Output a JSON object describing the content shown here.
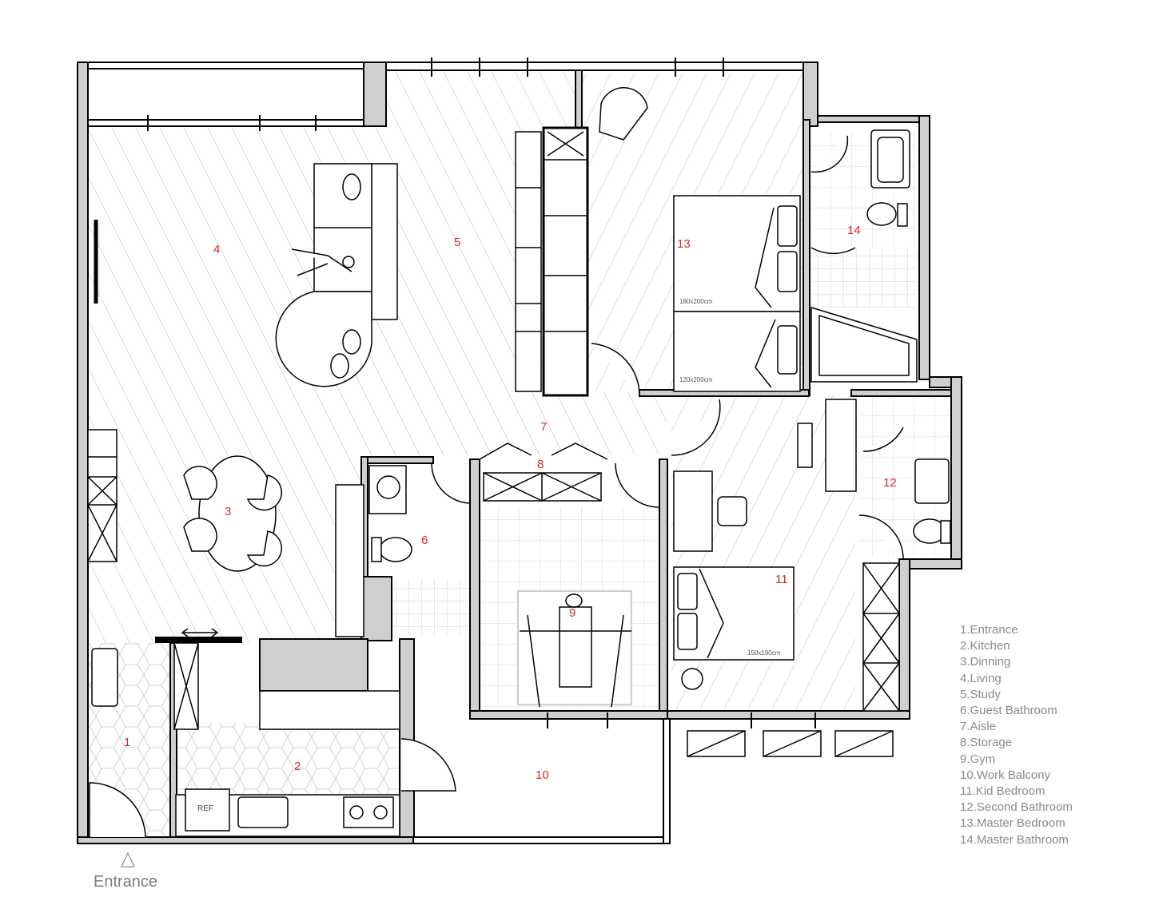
{
  "room_numbers": {
    "r1": "1",
    "r2": "2",
    "r3": "3",
    "r4": "4",
    "r5": "5",
    "r6": "6",
    "r7": "7",
    "r8": "8",
    "r9": "9",
    "r10": "10",
    "r11": "11",
    "r12": "12",
    "r13": "13",
    "r14": "14"
  },
  "bed_sizes": {
    "master_top": "180x200cm",
    "master_bottom": "120x200cm",
    "kid": "150x190cm"
  },
  "appliance_labels": {
    "fridge": "REF"
  },
  "entrance_label": "Entrance",
  "legend": [
    "1.Entrance",
    "2.Kitchen",
    "3.Dinning",
    "4.Living",
    "5.Study",
    "6.Guest Bathroom",
    "7.Aisle",
    "8.Storage",
    "9.Gym",
    "10.Work Balcony",
    "11.Kid Bedroom",
    "12.Second Bathroom",
    "13.Master Bedroom",
    "14.Master Bathroom"
  ],
  "colors": {
    "wall": "#000000",
    "wall_fill": "#cfcfcf",
    "label_red": "#d9262c",
    "legend_gray": "#8a8a8a"
  }
}
